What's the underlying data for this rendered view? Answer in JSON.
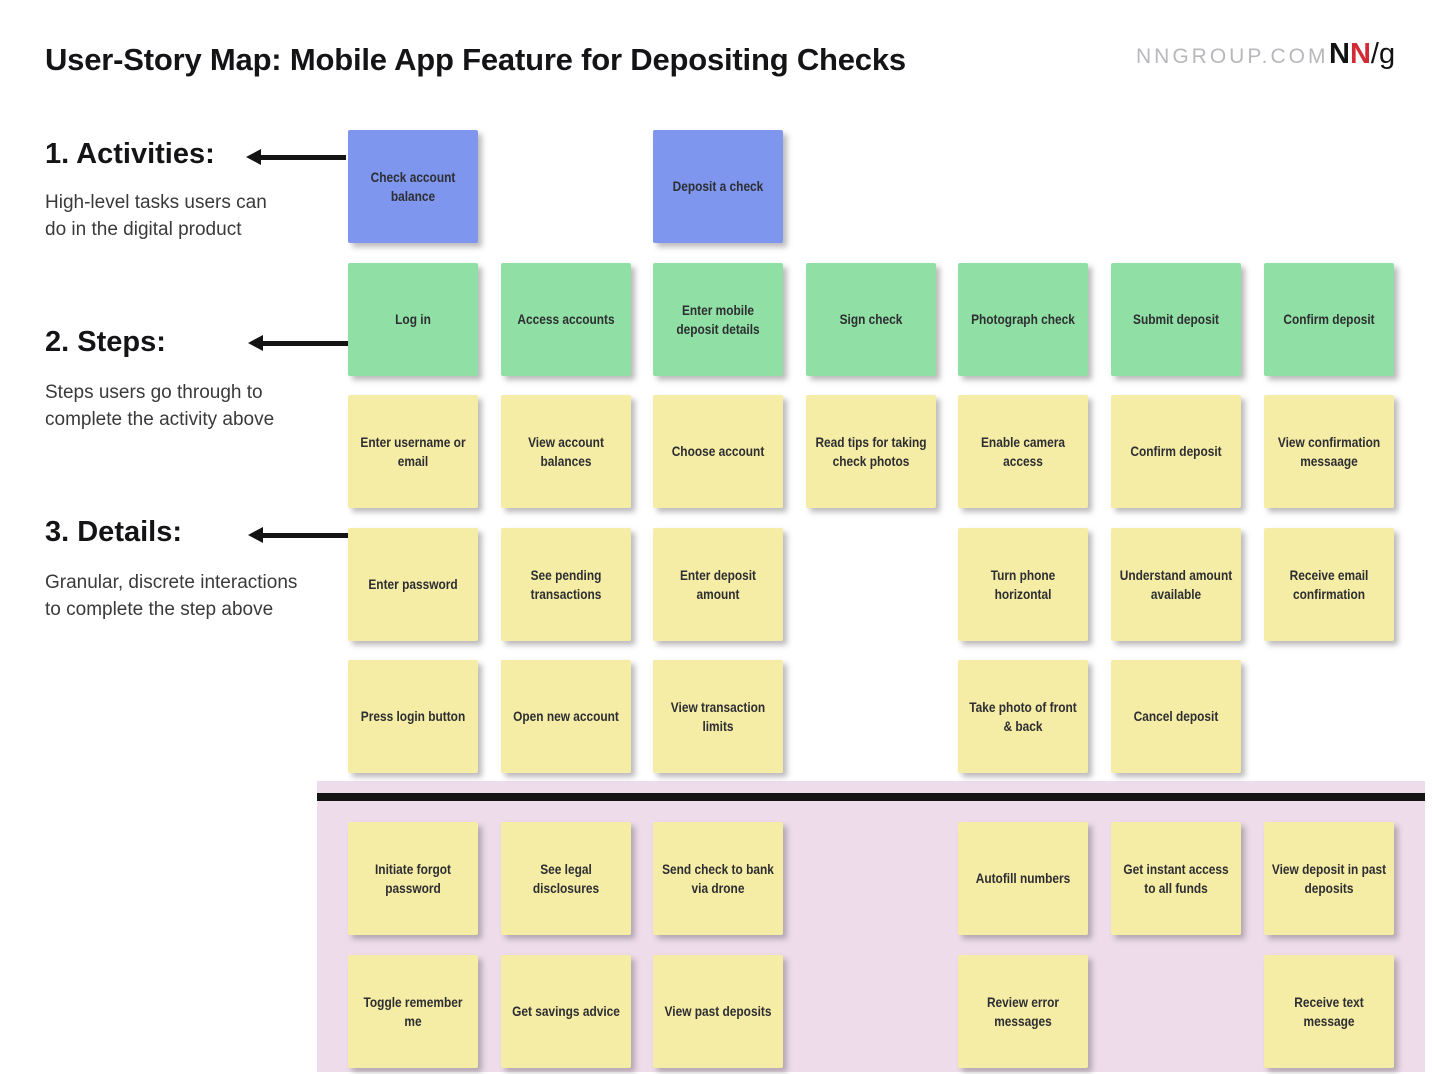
{
  "header": {
    "title": "User-Story Map: Mobile App Feature for Depositing Checks",
    "site_label": "NNGROUP.COM",
    "logo": {
      "n_black": "N",
      "n_red": "N",
      "slash_g": "/g"
    }
  },
  "legend": {
    "activities": {
      "heading": "1. Activities:",
      "line1": "High-level tasks users can",
      "line2": "do in the digital product"
    },
    "steps": {
      "heading": "2. Steps:",
      "line1": "Steps users go through to",
      "line2": "complete the activity above"
    },
    "details": {
      "heading": "3. Details:",
      "line1": "Granular, discrete interactions",
      "line2": "to complete the step above"
    }
  },
  "colors": {
    "activity_note": "#7e96ed",
    "step_note": "#90dfa4",
    "detail_note": "#f5eca5",
    "below_line_bg": "#eedcea",
    "divider": "#141414"
  },
  "board": {
    "activities": [
      "Check account balance",
      "",
      "Deposit a check",
      "",
      "",
      "",
      ""
    ],
    "steps": [
      "Log in",
      "Access accounts",
      "Enter mobile deposit details",
      "Sign check",
      "Photograph check",
      "Submit deposit",
      "Confirm deposit"
    ],
    "details_rows": [
      [
        "Enter username or email",
        "View account balances",
        "Choose account",
        "Read tips for taking check photos",
        "Enable camera access",
        "Confirm deposit",
        "View confirmation messaage"
      ],
      [
        "Enter password",
        "See pending transactions",
        "Enter deposit amount",
        "",
        "Turn phone horizontal",
        "Understand amount available",
        "Receive email confirmation"
      ],
      [
        "Press login button",
        "Open new account",
        "View transaction limits",
        "",
        "Take photo of front & back",
        "Cancel deposit",
        ""
      ]
    ],
    "below_line_rows": [
      [
        "Initiate forgot password",
        "See legal disclosures",
        "Send check to bank via drone",
        "",
        "Autofill numbers",
        "Get instant access to all funds",
        "View deposit in past deposits"
      ],
      [
        "Toggle remember me",
        "Get savings advice",
        "View past deposits",
        "",
        "Review error messages",
        "",
        "Receive text message"
      ]
    ]
  }
}
